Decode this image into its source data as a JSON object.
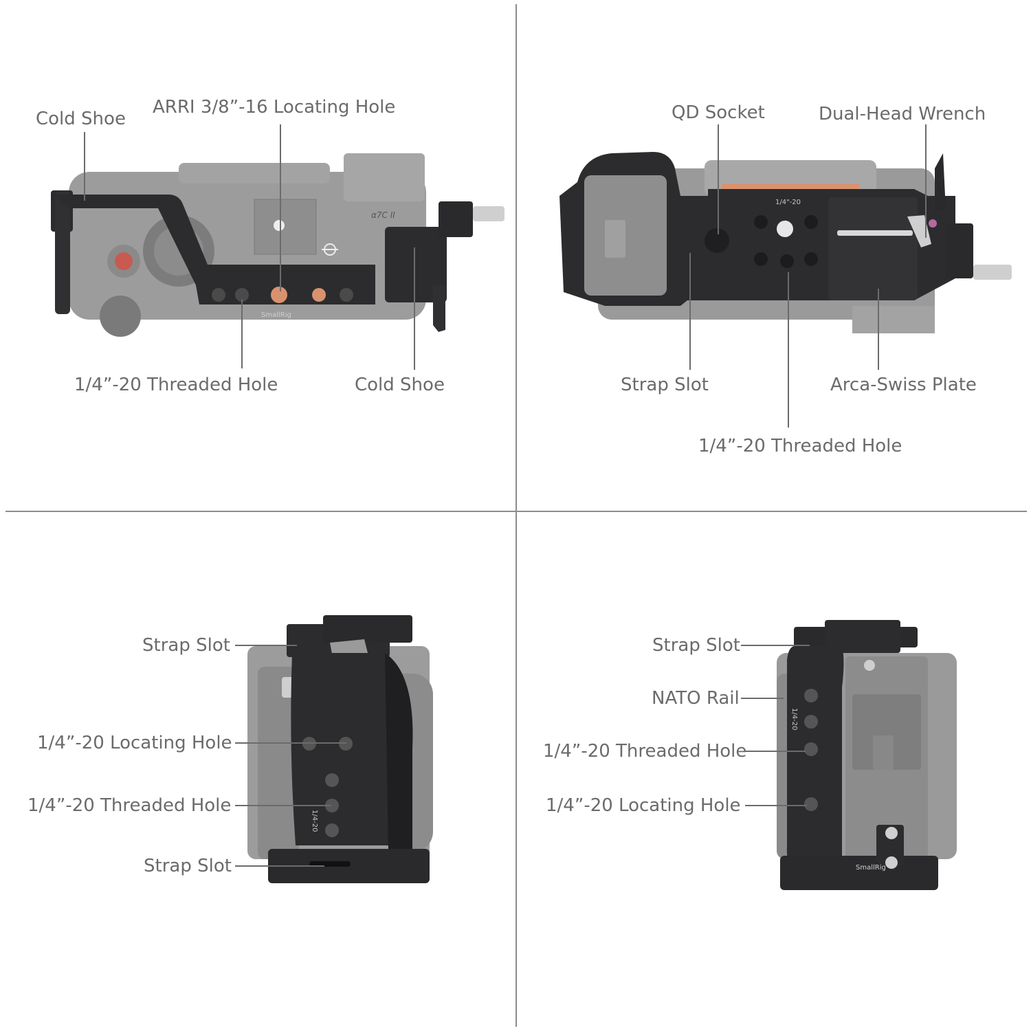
{
  "panels": {
    "top_left": {
      "labels": {
        "cold_shoe_top": "Cold Shoe",
        "arri_hole": "ARRI 3/8”-16 Locating Hole",
        "threaded_hole": "1/4”-20 Threaded Hole",
        "cold_shoe_bottom": "Cold Shoe"
      },
      "brand_mark": "SmallRig",
      "camera_model_mark": "α7C II"
    },
    "top_right": {
      "labels": {
        "qd_socket": "QD Socket",
        "wrench": "Dual-Head Wrench",
        "strap_slot": "Strap Slot",
        "arca_plate": "Arca-Swiss Plate",
        "threaded_hole": "1/4”-20 Threaded Hole"
      },
      "engraving": "1/4\"-20"
    },
    "bottom_left": {
      "labels": {
        "strap_slot_top": "Strap Slot",
        "locating_hole": "1/4”-20 Locating Hole",
        "threaded_hole": "1/4”-20 Threaded Hole",
        "strap_slot_bottom": "Strap Slot"
      },
      "engraving": "1/4-20"
    },
    "bottom_right": {
      "labels": {
        "strap_slot": "Strap Slot",
        "nato_rail": "NATO Rail",
        "threaded_hole": "1/4”-20 Threaded Hole",
        "locating_hole": "1/4”-20 Locating Hole"
      },
      "engraving": "1/4-20",
      "brand_mark": "SmallRig"
    }
  },
  "colors": {
    "label_text": "#6b6b6b",
    "divider": "#8c8c8c",
    "cage_metal": "#2c2c2e",
    "camera_body": "#9a9a9a",
    "accent_copper": "#d9926e"
  }
}
